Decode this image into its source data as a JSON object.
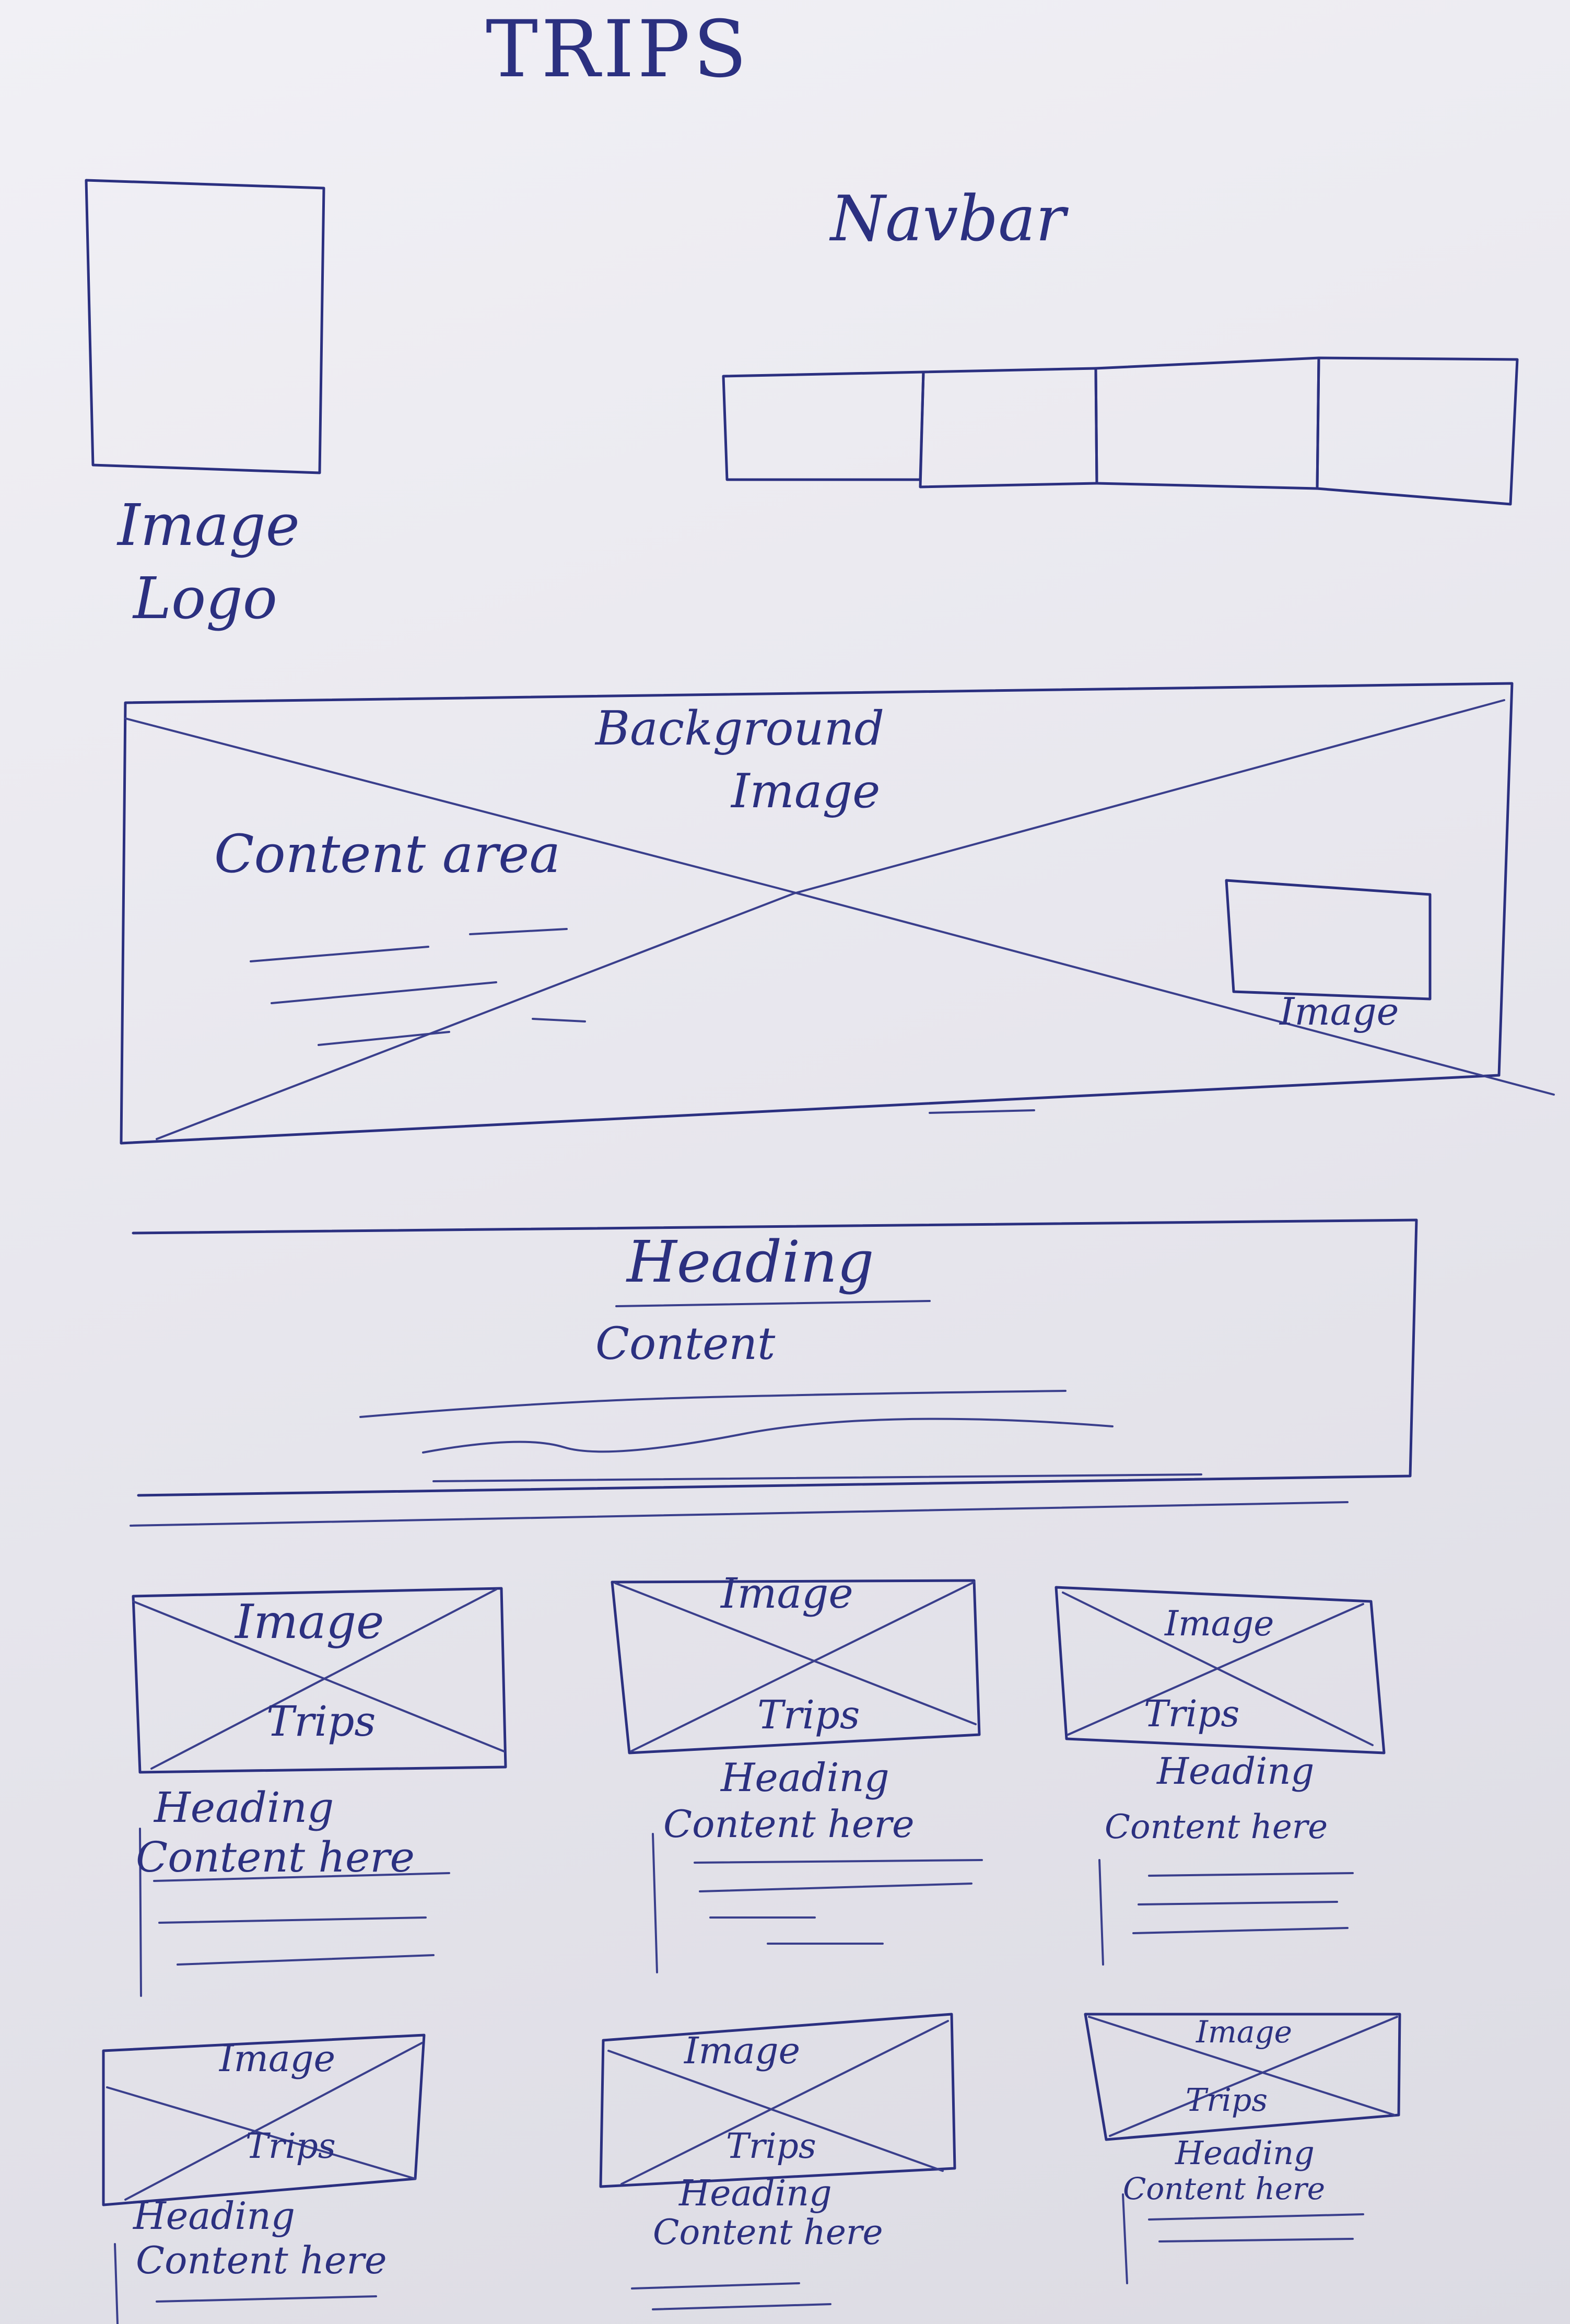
{
  "page": {
    "title": "TRIPS"
  },
  "header": {
    "logo_label_line1": "Image",
    "logo_label_line2": "Logo",
    "navbar_label": "Navbar",
    "nav_boxes": 4
  },
  "hero": {
    "background_label_line1": "Background",
    "background_label_line2": "Image",
    "content_label": "Content area",
    "image_label": "Image"
  },
  "intro": {
    "heading": "Heading",
    "content": "Content"
  },
  "cards": [
    {
      "image_label": "Image",
      "image_sub": "Trips",
      "heading": "Heading",
      "content": "Content here"
    },
    {
      "image_label": "Image",
      "image_sub": "Trips",
      "heading": "Heading",
      "content": "Content here"
    },
    {
      "image_label": "Image",
      "image_sub": "Trips",
      "heading": "Heading",
      "content": "Content here"
    },
    {
      "image_label": "Image",
      "image_sub": "Trips",
      "heading": "Heading",
      "content": "Content here"
    },
    {
      "image_label": "Image",
      "image_sub": "Trips",
      "heading": "Heading",
      "content": "Content here"
    },
    {
      "image_label": "Image",
      "image_sub": "Trips",
      "heading": "Heading",
      "content": "Content here"
    }
  ],
  "colors": {
    "ink": "#2b3080",
    "paper": "#eeedf2"
  }
}
